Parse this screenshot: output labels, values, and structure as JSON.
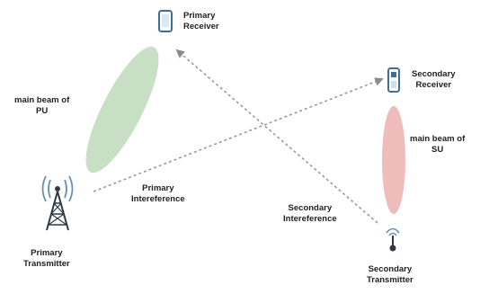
{
  "labels": {
    "primary_receiver": [
      "Primary",
      "Receiver"
    ],
    "secondary_receiver": [
      "Secondary",
      "Receiver"
    ],
    "main_beam_pu": [
      "main beam of",
      "PU"
    ],
    "main_beam_su": [
      "main beam of",
      "SU"
    ],
    "primary_interference": [
      "Primary",
      "Intereference"
    ],
    "secondary_interference": [
      "Secondary",
      "Intereference"
    ],
    "primary_transmitter": [
      "Primary",
      "Transmitter"
    ],
    "secondary_transmitter": [
      "Secondary",
      "Transmitter"
    ]
  },
  "icons": {
    "primary_receiver": "smartphone-icon",
    "secondary_receiver": "mobile-phone-icon",
    "primary_transmitter": "cell-tower-icon",
    "secondary_transmitter": "antenna-icon"
  },
  "colors": {
    "pu_beam": "#c9dfc5",
    "su_beam": "#efbcbc",
    "interference_arrow": "#9a9a9a",
    "device_blue": "#3f6f99",
    "tower_dark": "#2f3a45",
    "signal_blue": "#6a8fb8"
  }
}
